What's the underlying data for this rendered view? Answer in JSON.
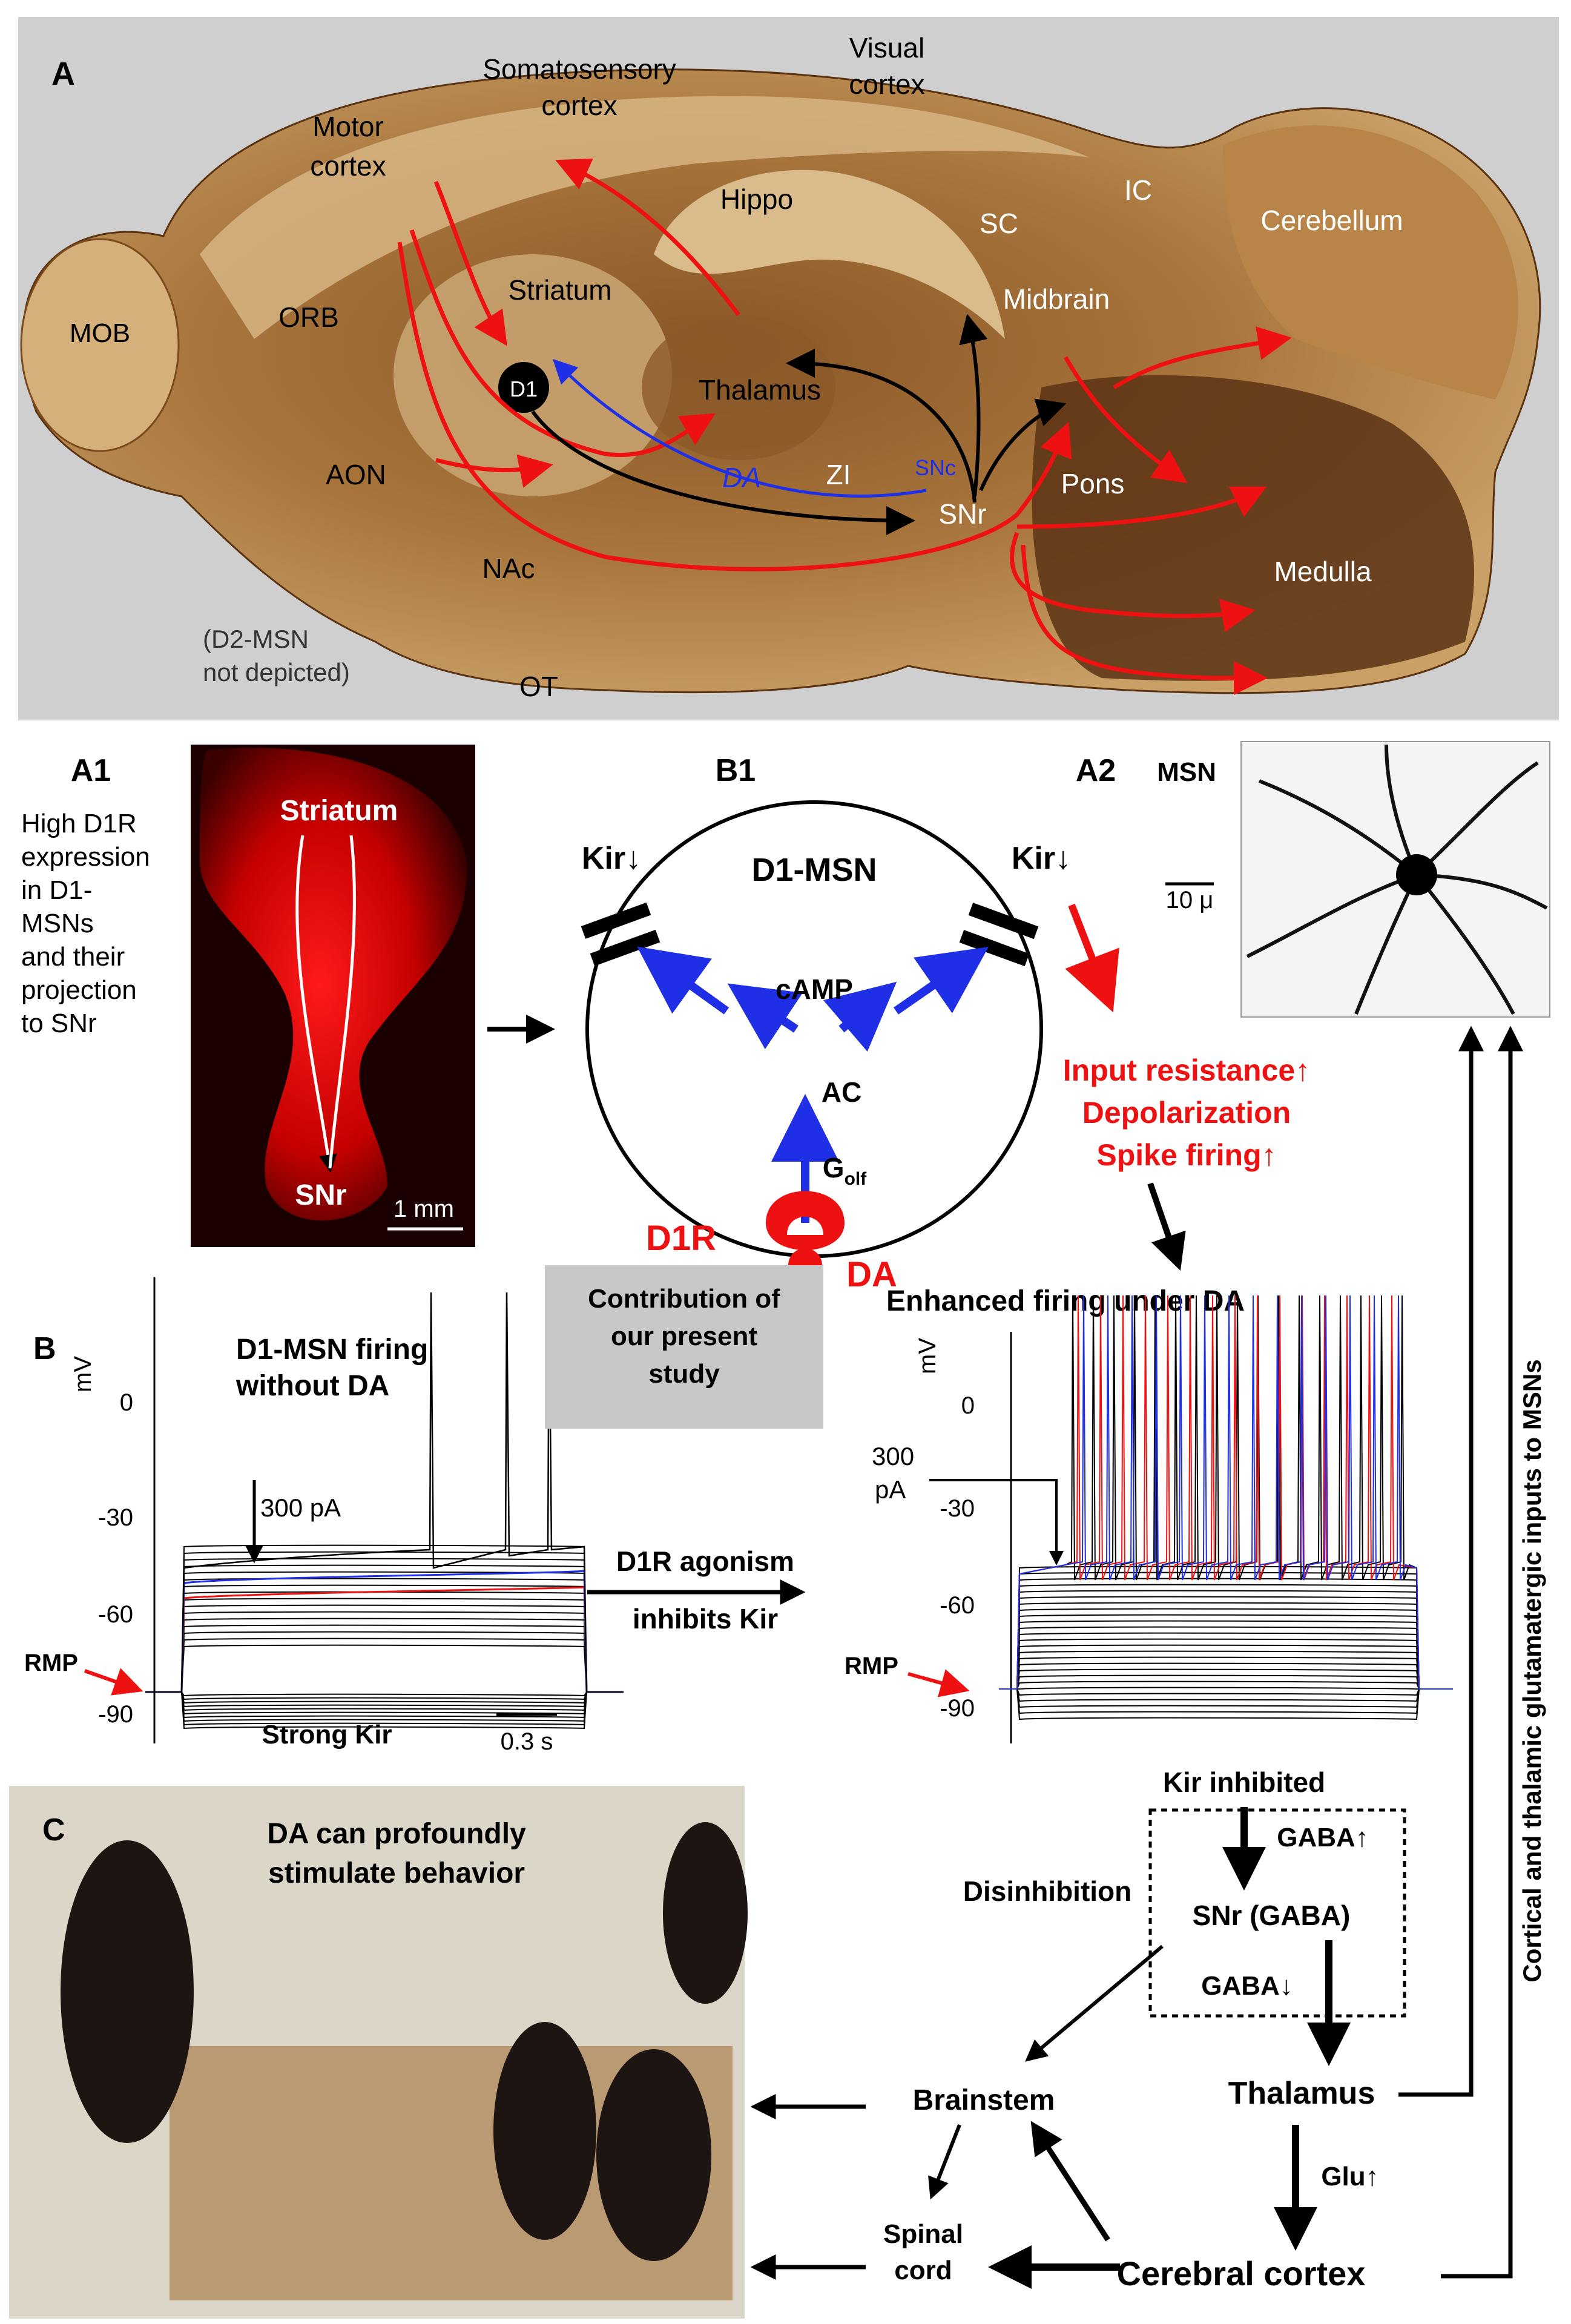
{
  "panel_a": {
    "letter": "A",
    "regions": {
      "somatosensory": [
        "Somatosensory",
        "cortex"
      ],
      "visual": [
        "Visual",
        "cortex"
      ],
      "motor": [
        "Motor",
        "cortex"
      ],
      "hippo": "Hippo",
      "sc": "SC",
      "ic": "IC",
      "cerebellum": "Cerebellum",
      "mob": "MOB",
      "orb": "ORB",
      "striatum": "Striatum",
      "midbrain": "Midbrain",
      "thalamus": "Thalamus",
      "d1": "D1",
      "aon": "AON",
      "da": "DA",
      "zi": "ZI",
      "snc": "SNc",
      "snr": "SNr",
      "pons": "Pons",
      "nac": "NAc",
      "medulla": "Medulla",
      "ot": "OT"
    },
    "note": [
      "(D2-MSN",
      "not depicted)"
    ]
  },
  "panel_a1": {
    "letter": "A1",
    "description": [
      "High D1R",
      "expression",
      "in D1-",
      "MSNs",
      "and their",
      "projection",
      "to SNr"
    ],
    "striatum": "Striatum",
    "snr": "SNr",
    "scale": "1 mm"
  },
  "panel_b1": {
    "letter": "B1",
    "cell": "D1-MSN",
    "kir_left": "Kir↓",
    "kir_right": "Kir↓",
    "camp": "cAMP",
    "ac": "AC",
    "golf": "G",
    "golf_sub": "olf",
    "d1r": "D1R",
    "da": "DA",
    "effects": [
      "Input resistance↑",
      "Depolarization",
      "Spike firing↑"
    ]
  },
  "panel_a2": {
    "letter": "A2",
    "label": "MSN",
    "scale": "10 μ"
  },
  "panel_b": {
    "letter": "B",
    "left_title": [
      "D1-MSN firing",
      "without DA"
    ],
    "left_current": "300 pA",
    "left_kir": "Strong Kir",
    "timescale": "0.3 s",
    "contribution": [
      "Contribution of",
      "our present",
      "study"
    ],
    "agonism": [
      "D1R agonism",
      "inhibits Kir"
    ],
    "right_title": "Enhanced firing under DA",
    "right_current": [
      "300",
      "pA"
    ],
    "right_kir": "Kir inhibited",
    "axis_unit": "mV",
    "rmp": "RMP",
    "ticks": [
      "0",
      "-30",
      "-60",
      "-90"
    ]
  },
  "panel_c": {
    "letter": "C",
    "caption": [
      "DA can profoundly",
      "stimulate behavior"
    ]
  },
  "flow": {
    "gaba_up": "GABA↑",
    "disinhibition": "Disinhibition",
    "snr_gaba": "SNr (GABA)",
    "gaba_down": "GABA↓",
    "thalamus": "Thalamus",
    "brainstem": "Brainstem",
    "glu_up": "Glu↑",
    "spinal": [
      "Spinal",
      "cord"
    ],
    "cortex": "Cerebral cortex",
    "side_label": "Cortical and thalamic glutamatergic inputs to MSNs"
  },
  "colors": {
    "red": "#ee1111",
    "blue": "#1f2fe6",
    "black": "#000000",
    "brain_light": "#c89a5c",
    "brain_dark": "#6b3d1a",
    "panel_bg": "#cfcfcf"
  }
}
